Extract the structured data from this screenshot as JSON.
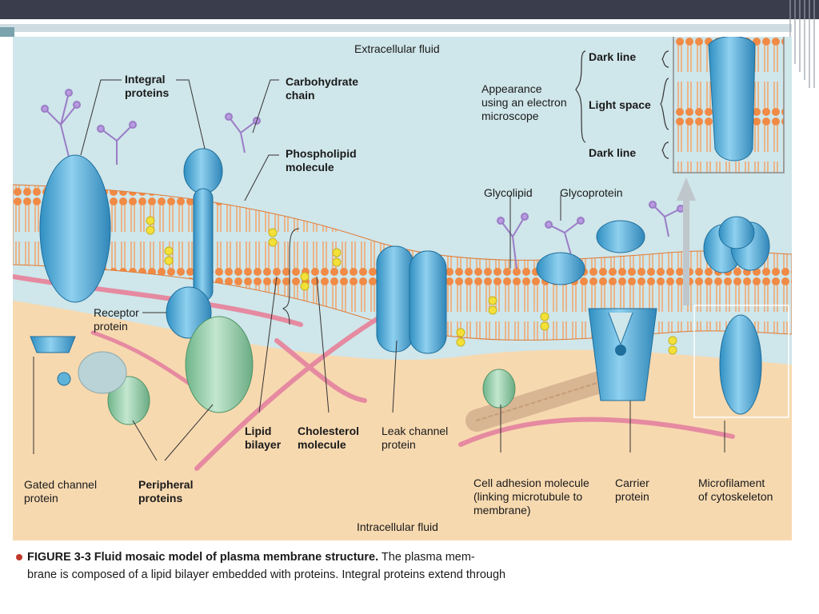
{
  "labels": {
    "extracellular_fluid": "Extracellular fluid",
    "intracellular_fluid": "Intracellular fluid",
    "integral_proteins": "Integral\nproteins",
    "carbohydrate_chain": "Carbohydrate\nchain",
    "phospholipid_molecule": "Phospholipid\nmolecule",
    "receptor_protein": "Receptor\nprotein",
    "gated_channel_protein": "Gated channel\nprotein",
    "peripheral_proteins": "Peripheral\nproteins",
    "lipid_bilayer": "Lipid\nbilayer",
    "cholesterol_molecule": "Cholesterol\nmolecule",
    "leak_channel_protein": "Leak channel\nprotein",
    "glycolipid": "Glycolipid",
    "glycoprotein": "Glycoprotein",
    "cell_adhesion_molecule": "Cell adhesion molecule\n(linking microtubule to\nmembrane)",
    "carrier_protein": "Carrier\nprotein",
    "microfilament": "Microfilament\nof cytoskeleton",
    "appearance": "Appearance\nusing an electron\nmicroscope",
    "dark_line_top": "Dark line",
    "light_space": "Light space",
    "dark_line_bottom": "Dark line"
  },
  "caption": {
    "figure_number": "FIGURE 3-3",
    "title": "Fluid mosaic model of plasma membrane structure.",
    "line1_rest": "The plasma mem-",
    "line2": "brane is composed of a lipid bilayer embedded with proteins. Integral proteins extend through"
  },
  "colors": {
    "topbar": "#3a3d4b",
    "fluid_bg": "#cfe6ea",
    "membrane": "#f0a060",
    "cytoplasm": "#f7d9b0",
    "protein_blue": "#5fb3d9",
    "protein_green": "#8fc9a0",
    "bullet_red": "#c0392b"
  }
}
